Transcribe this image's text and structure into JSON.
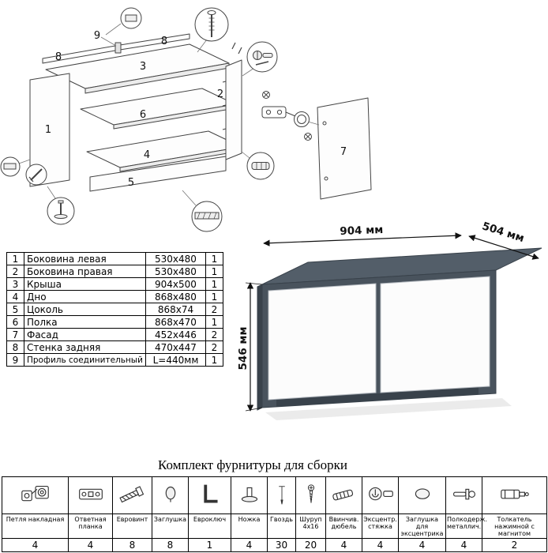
{
  "diagram": {
    "labels": {
      "p1": "1",
      "p2": "2",
      "p3": "3",
      "p4": "4",
      "p5": "5",
      "p6": "6",
      "p7": "7",
      "p8": "8",
      "p9": "9"
    }
  },
  "parts_table": {
    "rows": [
      {
        "num": "1",
        "name": "Боковина левая",
        "size": "530x480",
        "qty": "1"
      },
      {
        "num": "2",
        "name": "Боковина правая",
        "size": "530x480",
        "qty": "1"
      },
      {
        "num": "3",
        "name": "Крыша",
        "size": "904x500",
        "qty": "1"
      },
      {
        "num": "4",
        "name": "Дно",
        "size": "868x480",
        "qty": "1"
      },
      {
        "num": "5",
        "name": "Цоколь",
        "size": "868x74",
        "qty": "2"
      },
      {
        "num": "6",
        "name": "Полка",
        "size": "868x470",
        "qty": "1"
      },
      {
        "num": "7",
        "name": "Фасад",
        "size": "452x446",
        "qty": "2"
      },
      {
        "num": "8",
        "name": "Стенка задняя",
        "size": "470x447",
        "qty": "2"
      },
      {
        "num": "9",
        "name": "Профиль соединительный",
        "size": "L=440мм",
        "qty": "1"
      }
    ]
  },
  "cabinet": {
    "width_label": "904 мм",
    "depth_label": "504 мм",
    "height_label": "546 мм",
    "body_color": "#49535d",
    "top_color": "#535e69",
    "door_color": "#fcfcfc"
  },
  "hardware": {
    "title": "Комплект фурнитуры для сборки",
    "items": [
      {
        "name": "Петля накладная",
        "icon": "hinge-icon",
        "qty": "4"
      },
      {
        "name": "Ответная планка",
        "icon": "strike-plate-icon",
        "qty": "4"
      },
      {
        "name": "Евровинт",
        "icon": "confirmat-screw-icon",
        "qty": "8"
      },
      {
        "name": "Заглушка",
        "icon": "cap-icon",
        "qty": "8"
      },
      {
        "name": "Евроключ",
        "icon": "hex-key-icon",
        "qty": "1"
      },
      {
        "name": "Ножка",
        "icon": "foot-icon",
        "qty": "4"
      },
      {
        "name": "Гвоздь",
        "icon": "nail-icon",
        "qty": "30"
      },
      {
        "name": "Шуруп 4x16",
        "icon": "screw-icon",
        "qty": "20"
      },
      {
        "name": "Ввинчив. дюбель",
        "icon": "threaded-dowel-icon",
        "qty": "4"
      },
      {
        "name": "Эксцентр. стяжка",
        "icon": "cam-lock-icon",
        "qty": "4"
      },
      {
        "name": "Заглушка для эксцентрика",
        "icon": "cam-cap-icon",
        "qty": "4"
      },
      {
        "name": "Полкодерж. металлич.",
        "icon": "shelf-support-icon",
        "qty": "4"
      },
      {
        "name": "Толкатель нажимной с магнитом",
        "icon": "push-latch-icon",
        "qty": "2"
      }
    ]
  }
}
